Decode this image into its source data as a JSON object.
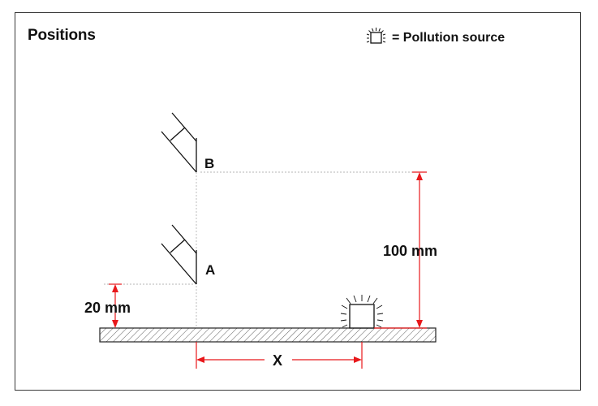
{
  "title": "Positions",
  "legend": {
    "label": "= Pollution source",
    "icon": "pollution-source-icon"
  },
  "labels": {
    "position_b": "B",
    "position_a": "A",
    "height_b": "100 mm",
    "height_a": "20 mm",
    "distance": "X"
  },
  "colors": {
    "dimension": "#e8181b",
    "ink": "#111111"
  }
}
